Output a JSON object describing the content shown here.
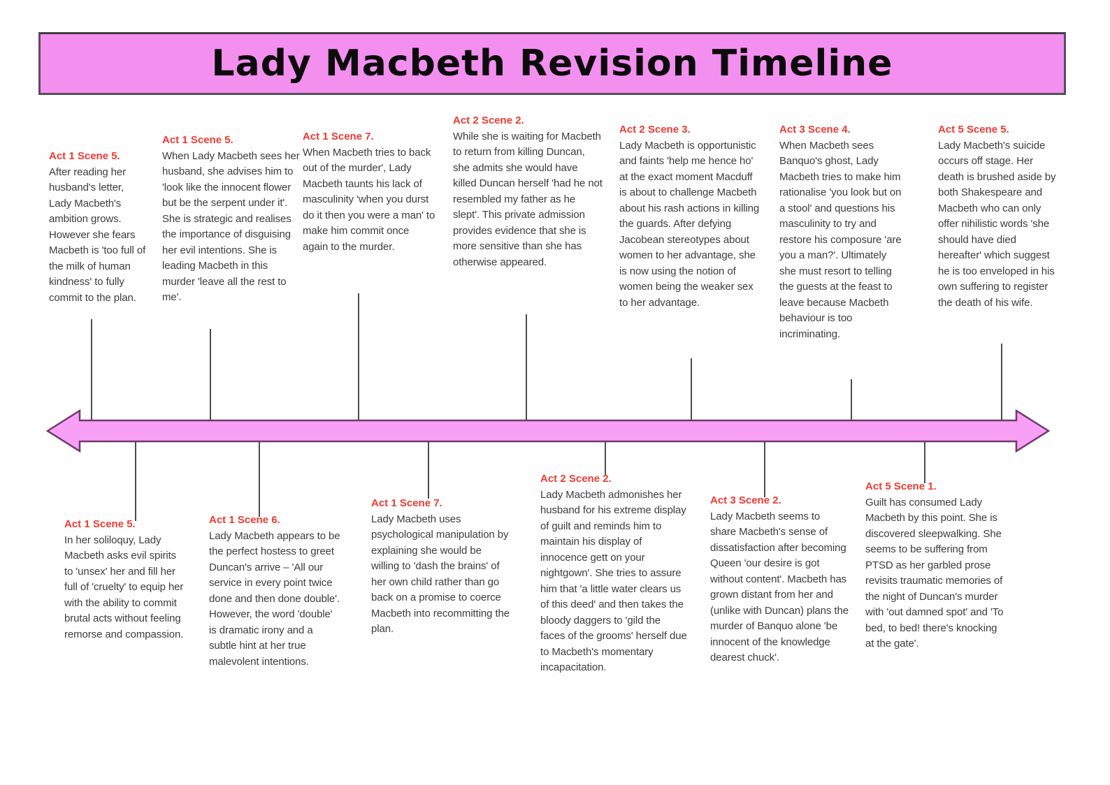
{
  "banner": {
    "title": "Lady Macbeth Revision Timeline"
  },
  "colors": {
    "banner_pink": "#f38fef",
    "arrow_pink": "#f8a0f6",
    "arrow_outline": "#71396e",
    "heading_red": "#ed3b33",
    "body_text": "#3d3d3d",
    "connector_gray": "#4d4d4d"
  },
  "timeline": {
    "top_events": [
      {
        "heading": "Act 1 Scene 5.",
        "body": "After reading her husband's letter, Lady Macbeth's ambition grows. However she fears Macbeth is 'too full of the milk of human kindness' to fully commit to the plan."
      },
      {
        "heading": "Act 1 Scene 5.",
        "body": "When Lady Macbeth sees her husband, she advises him to 'look like the innocent flower but be the serpent under it'. She is strategic and realises the importance of disguising her evil intentions. She is leading Macbeth in this murder 'leave all the rest to me'."
      },
      {
        "heading": "Act 1 Scene 7.",
        "body": "When Macbeth tries to back out of the murder', Lady Macbeth taunts his lack of masculinity 'when you durst do it then you were a man' to make him commit once again to the murder."
      },
      {
        "heading": "Act 2 Scene 2.",
        "body": "While she is waiting for Macbeth to return from killing Duncan, she admits she would have killed Duncan herself 'had he not resembled my father as he slept'. This private admission provides evidence that she is more sensitive than she has otherwise appeared."
      },
      {
        "heading": "Act 2 Scene 3.",
        "body": "Lady Macbeth is opportunistic and faints 'help me hence ho' at the exact moment Macduff is about to challenge Macbeth about his rash actions in killing the guards. After defying Jacobean stereotypes about women to her advantage, she is now using the notion of women being the weaker sex to her advantage."
      },
      {
        "heading": "Act 3 Scene 4.",
        "body": "When Macbeth sees Banquo's ghost, Lady Macbeth tries to make him rationalise 'you look but on a stool' and questions his masculinity to try and restore his composure 'are you a man?'. Ultimately she must resort to telling the guests at the feast to leave because Macbeth behaviour is too incriminating."
      },
      {
        "heading": "Act 5 Scene 5.",
        "body": "Lady Macbeth's suicide occurs off stage. Her death is brushed aside by both Shakespeare and Macbeth who can only offer nihilistic words 'she should have died hereafter' which suggest he is too enveloped in his own suffering to register the death of his wife."
      }
    ],
    "bottom_events": [
      {
        "heading": "Act 1 Scene 5.",
        "body": "In her soliloquy, Lady Macbeth asks evil spirits to 'unsex' her and fill her full of 'cruelty' to equip her with the ability to commit brutal acts without feeling remorse and compassion."
      },
      {
        "heading": "Act 1 Scene 6.",
        "body": "Lady Macbeth appears to be the perfect hostess to greet Duncan's arrive – 'All our service in every point twice done and then done double'. However, the word 'double' is dramatic irony and a subtle hint at her true malevolent intentions."
      },
      {
        "heading": "Act 1 Scene 7.",
        "body": "Lady Macbeth uses psychological manipulation by explaining she would be willing to 'dash the brains' of her own child rather than go back on a promise to coerce Macbeth into recommitting the plan."
      },
      {
        "heading": "Act 2 Scene 2.",
        "body": "Lady Macbeth admonishes her husband for his extreme display of guilt and reminds him to maintain his display of innocence gett on your nightgown'. She tries to assure him that 'a little water clears us of this deed' and then takes the bloody daggers to 'gild the faces of the grooms' herself due to Macbeth's momentary incapacitation."
      },
      {
        "heading": "Act 3 Scene 2.",
        "body": "Lady Macbeth seems to share Macbeth's sense of dissatisfaction after becoming Queen 'our desire is got without content'. Macbeth has grown distant from her and (unlike with Duncan) plans the murder of Banquo alone 'be innocent of the knowledge dearest chuck'."
      },
      {
        "heading": "Act 5 Scene 1.",
        "body": "Guilt has consumed Lady Macbeth by this point. She is discovered sleepwalking. She seems to be suffering from PTSD as her garbled prose revisits traumatic memories of the night of Duncan's murder with 'out damned spot' and 'To bed, to bed! there's knocking at the gate'."
      }
    ]
  }
}
